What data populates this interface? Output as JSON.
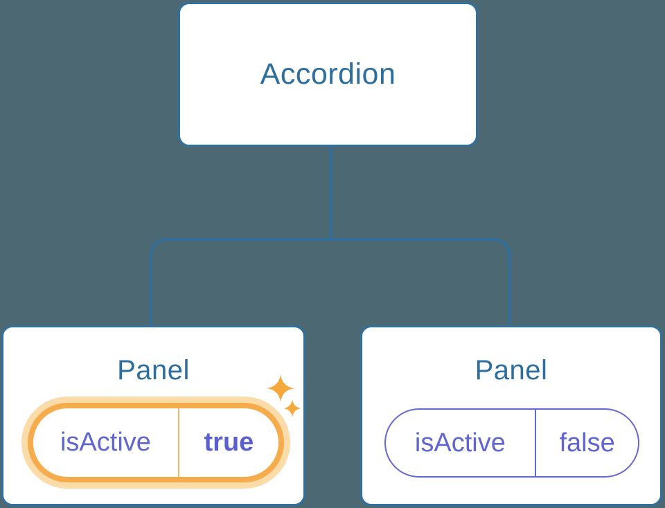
{
  "scene": {
    "background_color": "#4C6973",
    "description": "React component tree diagram: Accordion parent with two Panel children receiving isActive props"
  },
  "palette": {
    "node_background": "#FFFFFF",
    "node_border_blue": "#30709F",
    "node_text_blue": "#2D6E9E",
    "connector_blue": "#2F6F9F",
    "prop_text_purple": "#6065CF",
    "prop_border_purple": "#6468D1",
    "highlight_orange": "#F6AC4D",
    "highlight_halo_orange": "#FBDCA9",
    "sparkle_orange": "#F5A93D"
  },
  "diagram": {
    "type": "component-tree",
    "root": {
      "label": "Accordion"
    },
    "children": [
      {
        "label": "Panel",
        "prop_name": "isActive",
        "prop_value": "true",
        "highlighted": true,
        "icon": "sparkles-icon"
      },
      {
        "label": "Panel",
        "prop_name": "isActive",
        "prop_value": "false",
        "highlighted": false
      }
    ]
  }
}
